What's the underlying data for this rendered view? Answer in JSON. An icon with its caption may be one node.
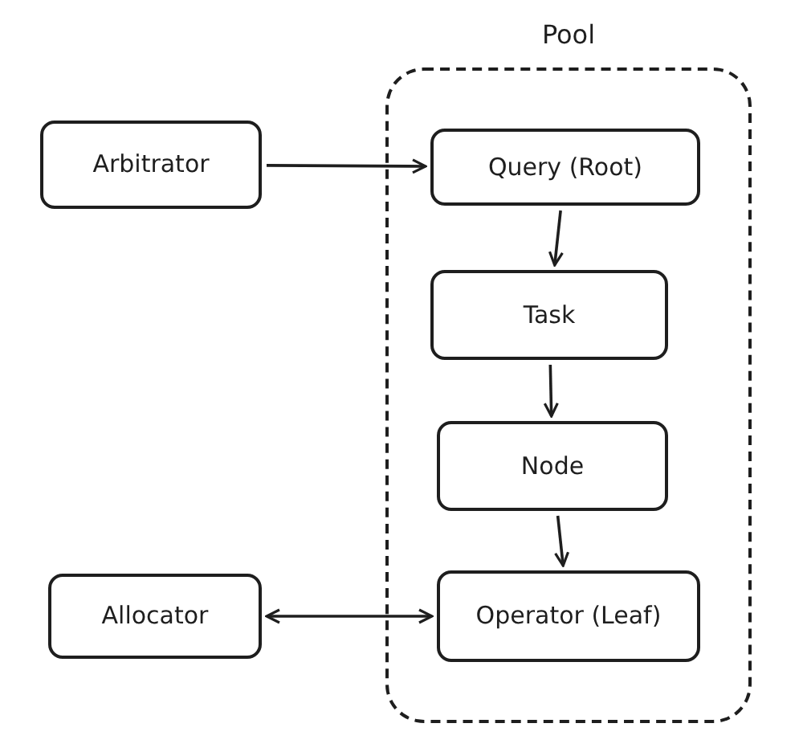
{
  "diagram": {
    "nodes": [
      {
        "text": [
          "Arbitrator"
        ]
      },
      {
        "text": [
          "Pool"
        ]
      },
      {
        "text": [
          "Query (Root)"
        ],
        "in": 1
      },
      {
        "text": [
          "Task"
        ],
        "in": 1
      },
      {
        "text": [
          "Node"
        ],
        "in": 1
      },
      {
        "text": [
          "Operator (Leaf)"
        ],
        "in": 1
      },
      {
        "text": [
          "Allocator"
        ]
      }
    ],
    "edges": [
      {
        "from": 0,
        "to": 2,
        "arrow": "to"
      },
      {
        "from": 2,
        "to": 3,
        "arrow": "to"
      },
      {
        "from": 3,
        "to": 4,
        "arrow": "to"
      },
      {
        "from": 4,
        "to": 5,
        "arrow": "to"
      },
      {
        "from": 6,
        "to": 5,
        "arrow": "both"
      }
    ]
  }
}
